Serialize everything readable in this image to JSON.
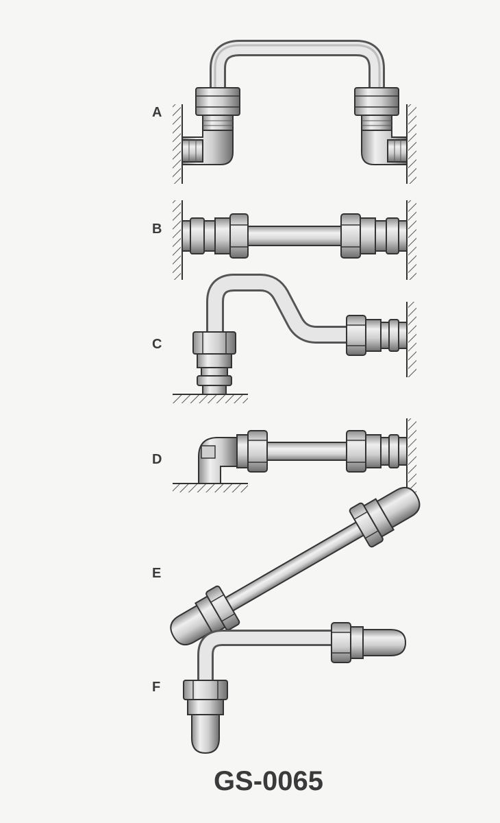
{
  "figure": {
    "code": "GS-0065",
    "rows": [
      {
        "label": "A"
      },
      {
        "label": "B"
      },
      {
        "label": "C"
      },
      {
        "label": "D"
      },
      {
        "label": "E"
      },
      {
        "label": "F"
      }
    ]
  }
}
